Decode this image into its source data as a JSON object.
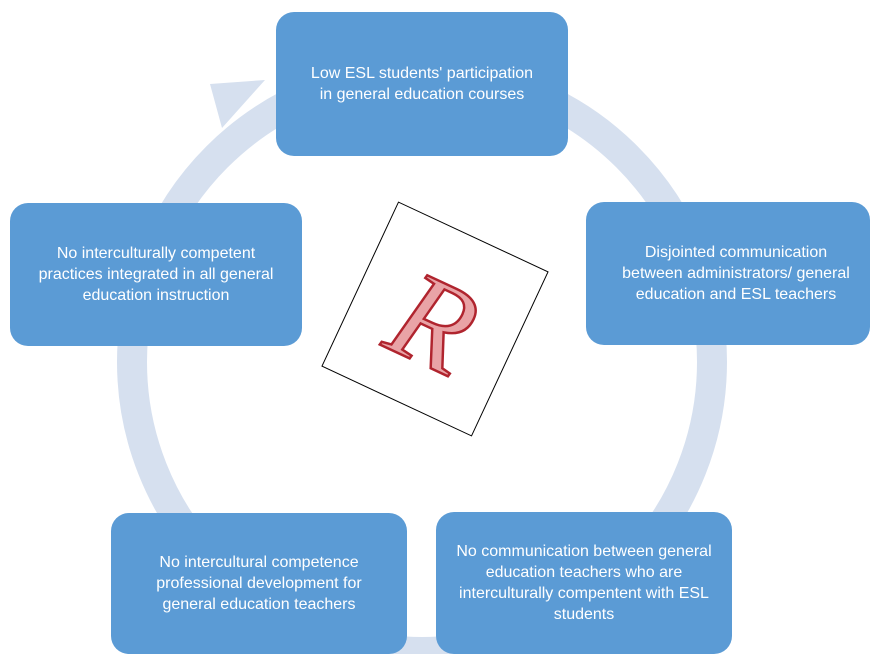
{
  "diagram": {
    "type": "cycle",
    "nodes": [
      {
        "id": "node-1",
        "text": "Low ESL students' participation in general education courses"
      },
      {
        "id": "node-2",
        "text": "Disjointed communication between administrators/ general education and ESL teachers"
      },
      {
        "id": "node-3",
        "text": "No communication between general education teachers who are interculturally compentent with ESL students"
      },
      {
        "id": "node-4",
        "text": "No intercultural competence professional development  for general education teachers"
      },
      {
        "id": "node-5",
        "text": "No interculturally competent practices integrated in all general education instruction"
      }
    ],
    "stamp": {
      "letter": "R"
    }
  },
  "colors": {
    "node_fill": "#5b9bd5",
    "node_text": "#ffffff",
    "ring": "#d6e0ef",
    "stamp_letter_fill": "#e9a3a6",
    "stamp_letter_stroke": "#b0242e"
  }
}
